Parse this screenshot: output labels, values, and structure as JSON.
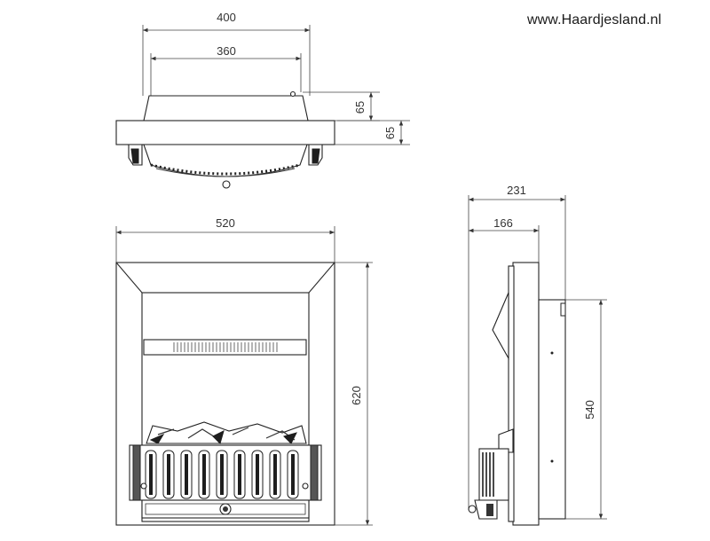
{
  "brand": {
    "site": "www.Haardjesland.nl"
  },
  "top_view": {
    "outer_width": "400",
    "inner_width": "360",
    "front_depth": "65",
    "rear_depth": "65"
  },
  "front_view": {
    "width": "520",
    "height": "620"
  },
  "side_view": {
    "total_depth": "231",
    "body_depth": "166",
    "body_height": "540"
  }
}
